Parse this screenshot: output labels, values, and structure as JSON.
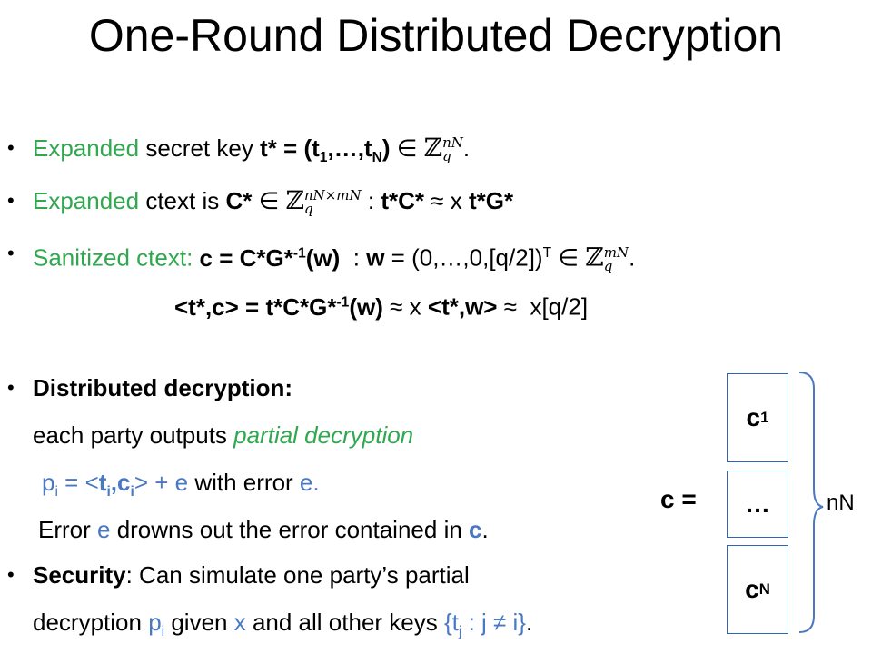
{
  "title": "One-Round Distributed Decryption",
  "b1": {
    "expanded": "Expanded",
    "secret_key": " secret key ",
    "tstar": "t* = (t",
    "sub1": "1",
    "dots": ",…,t",
    "subN": "N",
    "close": ")",
    "elem": "∈",
    "Z": "ℤ",
    "sup": "nN",
    "sub": "q",
    "end": "."
  },
  "b2": {
    "expanded": "Expanded",
    "ctext_is": " ctext is ",
    "cstar": "C*",
    "elem": "∈",
    "Z": "ℤ",
    "sup": "nN×mN",
    "sub": "q",
    "colon": ":",
    "tc": "t*C*",
    "approx": "≈",
    "x": "x",
    "tg": "t*G*"
  },
  "b3": {
    "sanitized": "Sanitized ctext:",
    "c_eq": "c = C*G*",
    "sup1": "-1",
    "w": "(w)",
    "colon": ":",
    "wbold": "w",
    "w_eq": " = (0,…,0,[q/2])",
    "T": "T",
    "elem": "∈",
    "Z": "ℤ",
    "sup": "mN",
    "sub": "q",
    "end": "."
  },
  "line4": {
    "a": "<t*,c> = t*C*G*",
    "sup": "-1",
    "b": "(w)",
    "approx1": "≈",
    "x": "x",
    "c": "<t*,w>",
    "approx2": "≈",
    "d": "x[q/2]"
  },
  "b5": {
    "label": "Distributed decryption:"
  },
  "line6": {
    "a": "each party outputs ",
    "b": "partial decryption"
  },
  "line7": {
    "p": "p",
    "i": "i",
    "eq": " = <",
    "t": "t",
    "ti": "i",
    "comma": ",",
    "c": "c",
    "ci": "i",
    "gt": "> + e",
    "with": "  with error ",
    "e": "e."
  },
  "line8": {
    "a": "Error ",
    "e": "e",
    "b": " drowns out the error contained in ",
    "c": "c",
    "end": "."
  },
  "b9": {
    "label": "Security",
    "rest": ": Can simulate one party’s partial"
  },
  "line10": {
    "a": "decryption ",
    "p": "p",
    "i": "i",
    "b": " given ",
    "x": "x",
    "c": " and all other keys ",
    "set": "{t",
    "j": "j",
    "cond": " : j ≠ i}",
    "end": "."
  },
  "diagram": {
    "c1": "c",
    "c1_sub": "1",
    "dots": "…",
    "cN": "c",
    "cN_sub": "N",
    "label": "c =",
    "nN": "nN"
  },
  "colors": {
    "green": "#2fa84f",
    "blue": "#4a78c2",
    "box_border": "#2e66b5",
    "brace": "#4a78c2"
  }
}
